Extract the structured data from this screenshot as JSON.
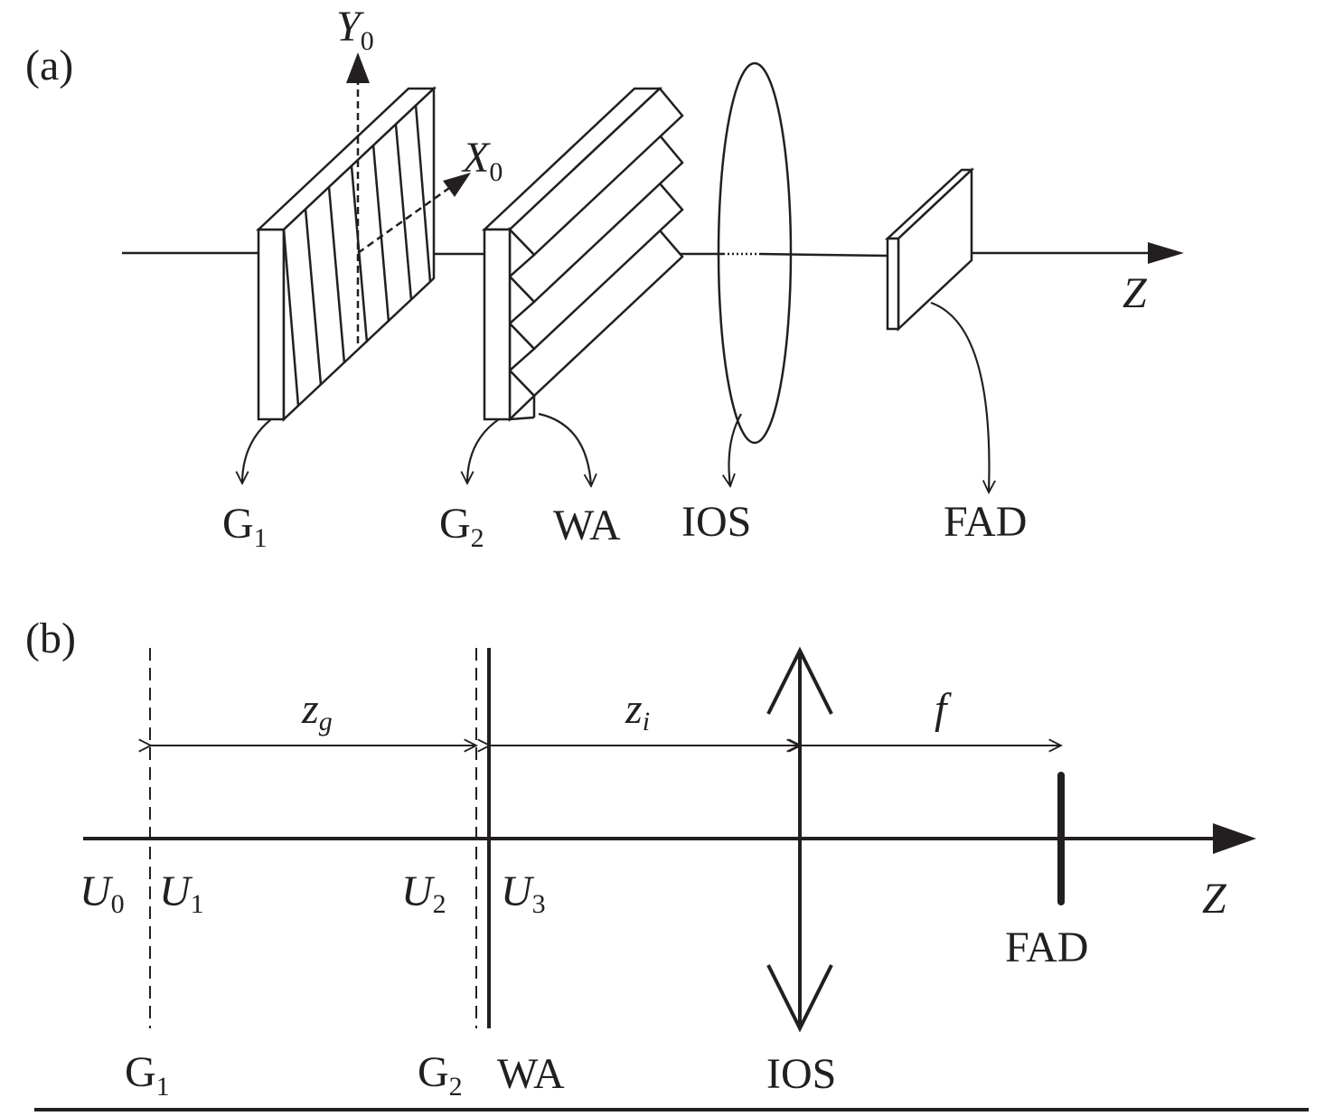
{
  "panel_a": {
    "tag": "(a)",
    "axes": {
      "y_main": "Y",
      "y_sub": "0",
      "x_main": "X",
      "x_sub": "0",
      "z": "Z"
    },
    "components": {
      "g1_main": "G",
      "g1_sub": "1",
      "g2_main": "G",
      "g2_sub": "2",
      "wa": "WA",
      "ios": "IOS",
      "fad": "FAD"
    }
  },
  "panel_b": {
    "tag": "(b)",
    "distances": {
      "zg_main": "z",
      "zg_sub": "g",
      "zi_main": "z",
      "zi_sub": "i",
      "f": "f"
    },
    "fields": {
      "u0_main": "U",
      "u0_sub": "0",
      "u1_main": "U",
      "u1_sub": "1",
      "u2_main": "U",
      "u2_sub": "2",
      "u3_main": "U",
      "u3_sub": "3"
    },
    "axis_z": "Z",
    "components": {
      "g1_main": "G",
      "g1_sub": "1",
      "g2_main": "G",
      "g2_sub": "2",
      "wa": "WA",
      "ios": "IOS",
      "fad": "FAD"
    }
  },
  "colors": {
    "ink": "#231f20",
    "background": "#ffffff"
  }
}
